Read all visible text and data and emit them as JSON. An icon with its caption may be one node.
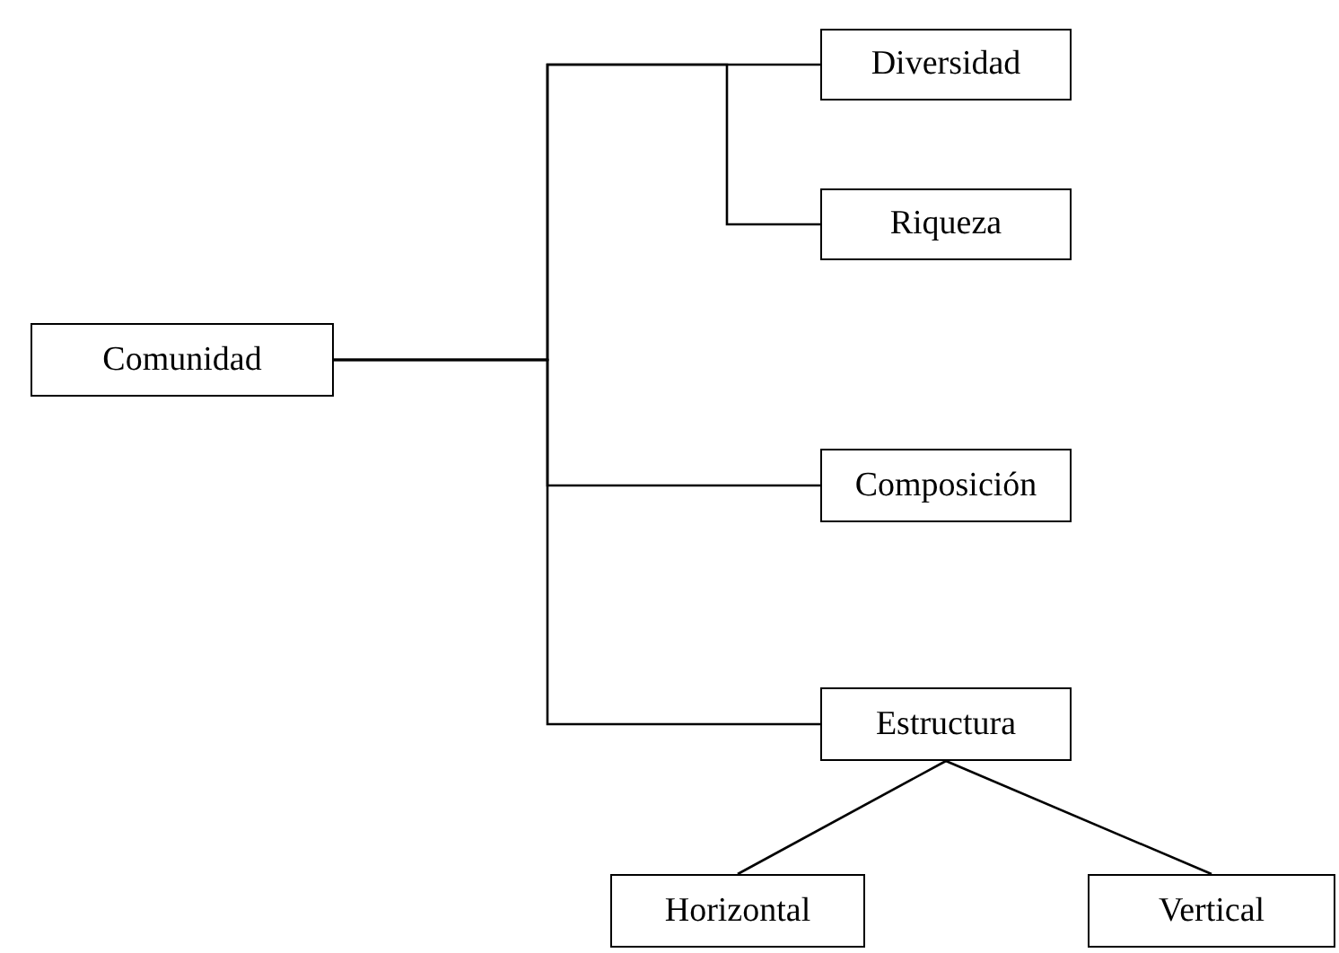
{
  "diagram": {
    "nodes": [
      {
        "text": [
          "Comunidad"
        ]
      },
      {
        "text": [
          "Diversidad"
        ]
      },
      {
        "text": [
          "Riqueza"
        ]
      },
      {
        "text": [
          "Composición"
        ]
      },
      {
        "text": [
          "Estructura"
        ]
      },
      {
        "text": [
          "Horizontal"
        ]
      },
      {
        "text": [
          "Vertical"
        ]
      }
    ],
    "edges": [
      {
        "from": 0,
        "to": 1,
        "arrow": "none"
      },
      {
        "from": 0,
        "to": 2,
        "arrow": "none"
      },
      {
        "from": 0,
        "to": 3,
        "arrow": "none"
      },
      {
        "from": 0,
        "to": 4,
        "arrow": "none"
      },
      {
        "from": 4,
        "to": 5,
        "arrow": "none"
      },
      {
        "from": 4,
        "to": 6,
        "arrow": "none"
      }
    ]
  }
}
